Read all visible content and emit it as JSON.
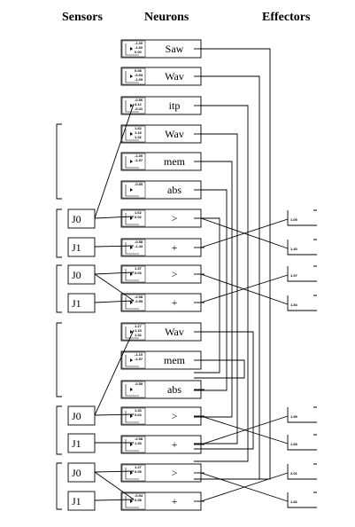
{
  "headers": {
    "sensors": "Sensors",
    "neurons": "Neurons",
    "effectors": "Effectors"
  },
  "neurons": [
    {
      "label": "Saw",
      "weights": [
        "-1.00",
        "-1.60",
        "0.00"
      ]
    },
    {
      "label": "Wav",
      "weights": [
        "0.08",
        "-0.93",
        "-1.09"
      ]
    },
    {
      "label": "itp",
      "weights": [
        "-0.56",
        "4.12",
        "-0.41"
      ]
    },
    {
      "label": "Wav",
      "weights": [
        "1.62",
        "1.19",
        "1.32"
      ]
    },
    {
      "label": "mem",
      "weights": [
        "-1.00",
        "-1.97"
      ]
    },
    {
      "label": "abs",
      "weights": [
        "-0.59"
      ]
    },
    {
      "label": ">",
      "weights": [
        "1.62",
        "0.02"
      ]
    },
    {
      "label": "+",
      "weights": [
        "-0.58",
        "-1.43"
      ]
    },
    {
      "label": ">",
      "weights": [
        "1.37",
        "0.03"
      ]
    },
    {
      "label": "+",
      "weights": [
        "-0.58",
        "-0.55"
      ]
    },
    {
      "label": "Wav",
      "weights": [
        "1.27",
        "1.15",
        "1.32"
      ]
    },
    {
      "label": "mem",
      "weights": [
        "-1.10",
        "-1.97"
      ]
    },
    {
      "label": "abs",
      "weights": [
        "-0.59"
      ]
    },
    {
      "label": ">",
      "weights": [
        "1.33",
        "0.04"
      ]
    },
    {
      "label": "+",
      "weights": [
        "-0.58",
        "1.33"
      ]
    },
    {
      "label": ">",
      "weights": [
        "1.27",
        "0.05"
      ]
    },
    {
      "label": "+",
      "weights": [
        "-0.54",
        "0.08"
      ]
    }
  ],
  "sensors": [
    "J0",
    "J1",
    "J0",
    "J1",
    "J0",
    "J1",
    "J0",
    "J1"
  ],
  "effectors": [
    "1.05",
    "1.40",
    "1.97",
    "1.54",
    "1.99",
    "1.68",
    "2.01",
    "1.82"
  ]
}
